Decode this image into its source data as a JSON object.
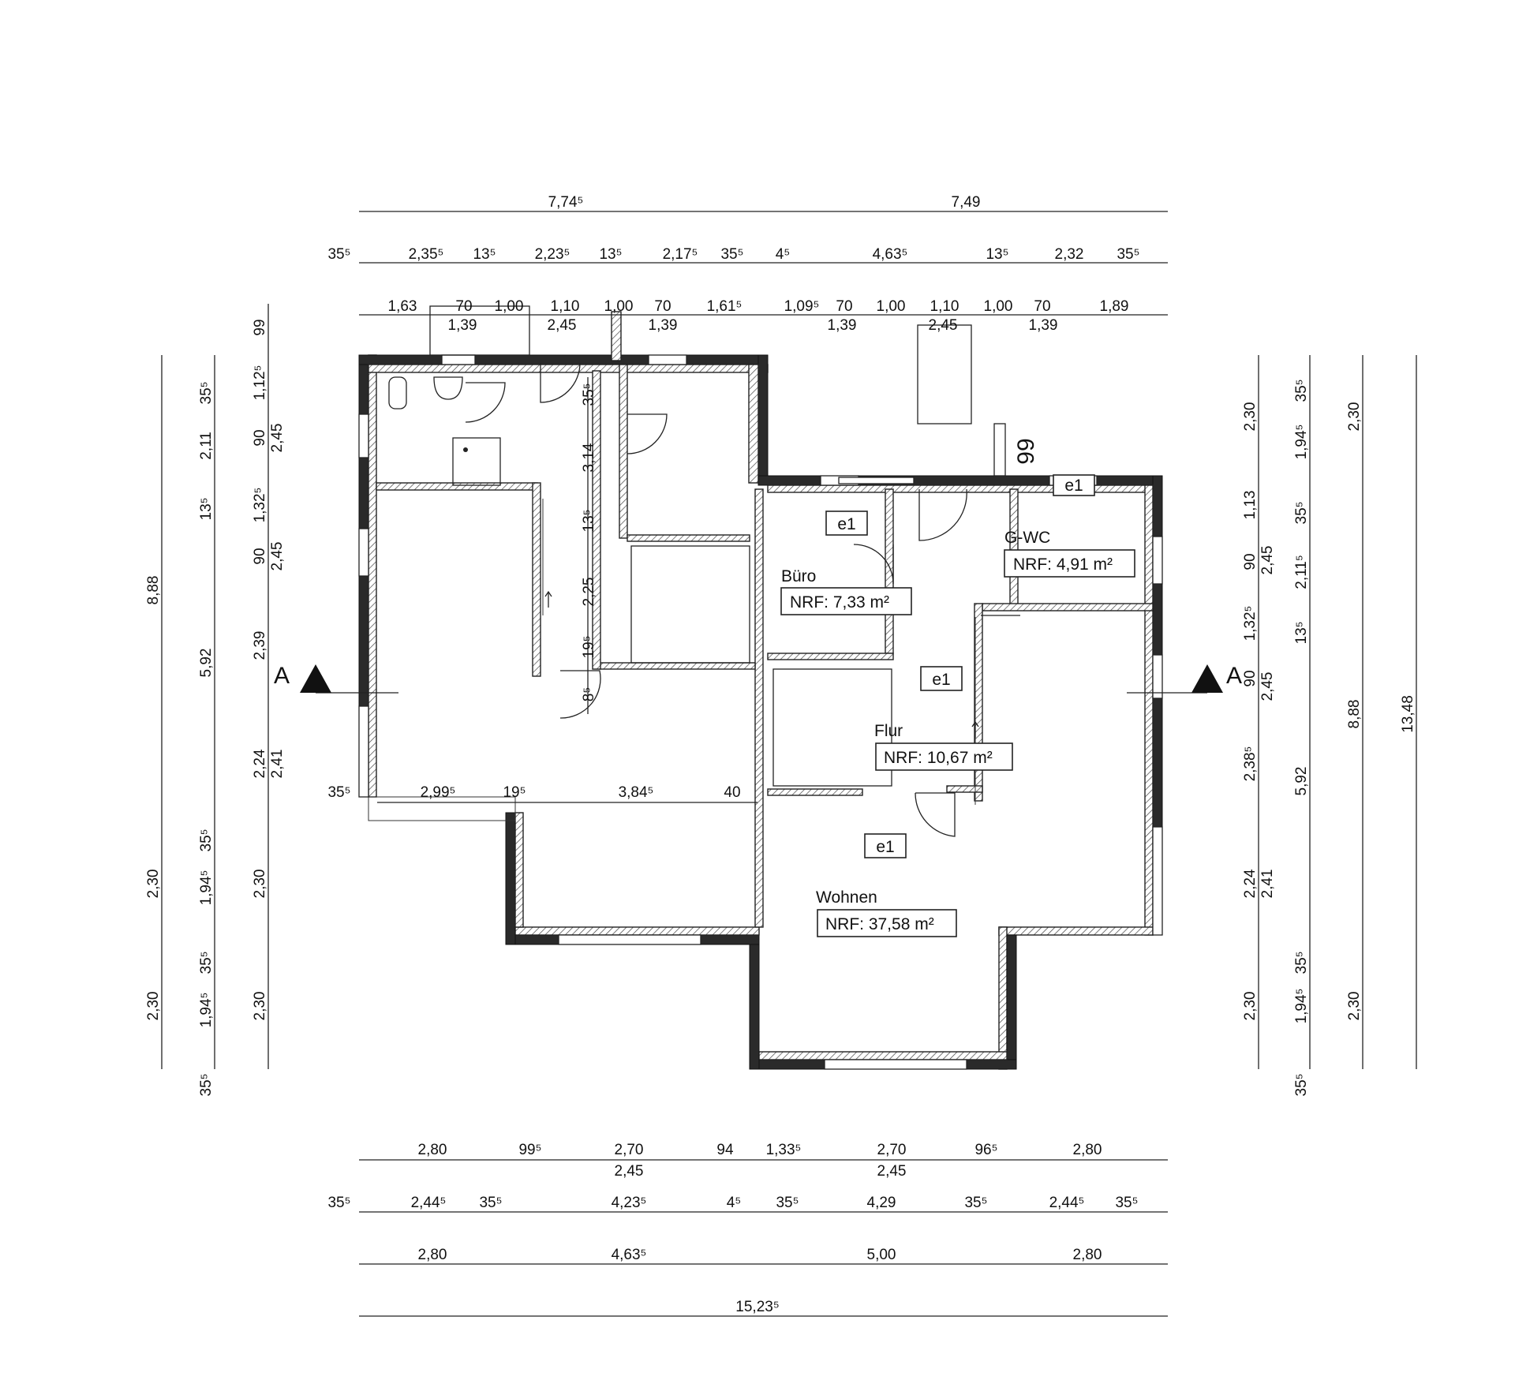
{
  "dims": {
    "top_overall": [
      "7,74⁵",
      "7,49"
    ],
    "top_row2": [
      "35⁵",
      "2,35⁵",
      "13⁵",
      "2,23⁵",
      "13⁵",
      "2,17⁵",
      "35⁵",
      "4⁵",
      "4,63⁵",
      "13⁵",
      "2,32",
      "35⁵"
    ],
    "top_row3": [
      "1,63",
      "70",
      "1,00",
      "1,10",
      "1,00",
      "70",
      "1,61⁵",
      "1,09⁵",
      "70",
      "1,00",
      "1,10",
      "1,00",
      "70",
      "1,89"
    ],
    "top_row3_sub": [
      "1,39",
      "2,45",
      "1,39",
      "1,39",
      "2,45",
      "1,39"
    ],
    "bottom_row1": [
      "2,80",
      "99⁵",
      "2,70",
      "94",
      "1,33⁵",
      "2,70",
      "96⁵",
      "2,80"
    ],
    "bottom_row1_sub": [
      "2,45",
      "2,45"
    ],
    "bottom_row2": [
      "35⁵",
      "2,44⁵",
      "35⁵",
      "4,23⁵",
      "4⁵",
      "35⁵",
      "4,29",
      "35⁵",
      "2,44⁵",
      "35⁵"
    ],
    "bottom_row3": [
      "2,80",
      "4,63⁵",
      "5,00",
      "2,80"
    ],
    "bottom_overall": "15,23⁵",
    "left_outer": [
      "8,88",
      "2,30",
      "2,30",
      "35⁵"
    ],
    "left_mid": [
      "35⁵",
      "2,11",
      "13⁵",
      "5,92",
      "35⁵",
      "1,94⁵",
      "35⁵",
      "1,94⁵"
    ],
    "left_inner": [
      "1,12⁵",
      "90",
      "1,32⁵",
      "90",
      "2,39",
      "2,24",
      "2,30",
      "2,30"
    ],
    "left_inner2": [
      "99",
      "2,45",
      "2,45",
      "2,41"
    ],
    "right_inner": [
      "2,30",
      "1,13",
      "90",
      "1,32⁵",
      "90",
      "2,38⁵",
      "2,24",
      "2,30"
    ],
    "right_inner2": [
      "2,45",
      "2,45",
      "2,41"
    ],
    "right_mid": [
      "1,94⁵",
      "35⁵",
      "35⁵",
      "2,11⁵",
      "13⁵",
      "5,92",
      "35⁵",
      "1,94⁵",
      "35⁵"
    ],
    "right_outer1": [
      "2,30",
      "8,88",
      "2,30"
    ],
    "right_outer2": "13,48",
    "inner_vert": [
      "35⁵",
      "3,14",
      "13⁵",
      "2,25",
      "19⁵",
      "8⁵"
    ],
    "inner_horiz": [
      "35⁵",
      "2,99⁵",
      "19⁵",
      "3,84⁵",
      "40"
    ]
  },
  "rooms": {
    "buero": {
      "name": "Büro",
      "area": "NRF: 7,33 m²"
    },
    "gwc": {
      "name": "G-WC",
      "area": "NRF: 4,91 m²"
    },
    "flur": {
      "name": "Flur",
      "area": "NRF: 10,67 m²"
    },
    "wohnen": {
      "name": "Wohnen",
      "area": "NRF: 37,58 m²"
    }
  },
  "tags": {
    "e1": "e1"
  },
  "section": {
    "left": "A",
    "right": "A"
  },
  "stair_height": "99"
}
